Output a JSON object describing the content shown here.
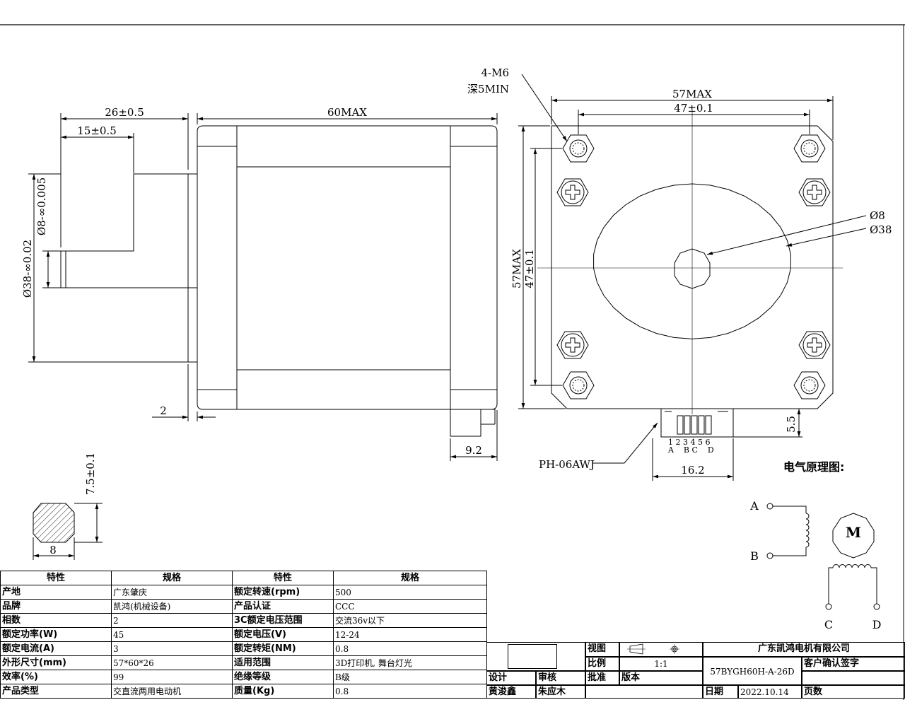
{
  "drawing": {
    "side_view": {
      "dim_26": "26±0.5",
      "dim_15": "15±0.5",
      "dim_60": "60MAX",
      "dim_d8": "Ø8-∞0.005",
      "dim_d38": "Ø38-∞0.02",
      "dim_2": "2",
      "dim_9_2": "9.2"
    },
    "shaft_section": {
      "dim_7_5": "7.5±0.1",
      "dim_8": "8"
    },
    "front_view": {
      "hole_note_1": "4-M6",
      "hole_note_2": "深5MIN",
      "dim_57max_h": "57MAX",
      "dim_47_h": "47±0.1",
      "dim_57max_v": "57MAX",
      "dim_47_v": "47±0.1",
      "dim_d8": "Ø8",
      "dim_d38": "Ø38",
      "dim_5_5": "5.5",
      "dim_16_2": "16.2",
      "connector": "PH-06AWJ",
      "pin_numbers": "1 2 3 4 5 6",
      "pin_letters": "A    B C    D"
    },
    "schematic": {
      "title": "电气原理图:",
      "label_a": "A",
      "label_b": "B",
      "label_c": "C",
      "label_d": "D",
      "motor": "M"
    }
  },
  "spec_table": {
    "headers": [
      "特性",
      "规格",
      "特性",
      "规格"
    ],
    "rows": [
      [
        "产地",
        "广东肇庆",
        "额定转速(rpm)",
        "500"
      ],
      [
        "品牌",
        "凯鸿(机械设备)",
        "产品认证",
        "CCC"
      ],
      [
        "相数",
        "2",
        "3C额定电压范围",
        "交流36v以下"
      ],
      [
        "额定功率(W)",
        "45",
        "额定电压(V)",
        "12-24"
      ],
      [
        "额定电流(A)",
        "3",
        "额定转矩(NM)",
        "0.8"
      ],
      [
        "外形尺寸(mm)",
        "57*60*26",
        "适用范围",
        "3D打印机, 舞台灯光"
      ],
      [
        "效率(%)",
        "99",
        "绝缘等级",
        "B级"
      ],
      [
        "产品类型",
        "交直流两用电动机",
        "质量(Kg)",
        "0.8"
      ]
    ]
  },
  "title_block": {
    "view_label": "视图",
    "scale_label": "比例",
    "scale_value": "1:1",
    "approve_label": "批准",
    "version_label": "版本",
    "design_label": "设计",
    "review_label": "审核",
    "designer": "黄浚鑫",
    "reviewer": "朱应木",
    "company": "广东凯鸿电机有限公司",
    "model": "57BYGH60H-A-26D",
    "customer_sign": "客户确认签字",
    "date_label": "日期",
    "date_value": "2022.10.14",
    "page_label": "页数"
  }
}
